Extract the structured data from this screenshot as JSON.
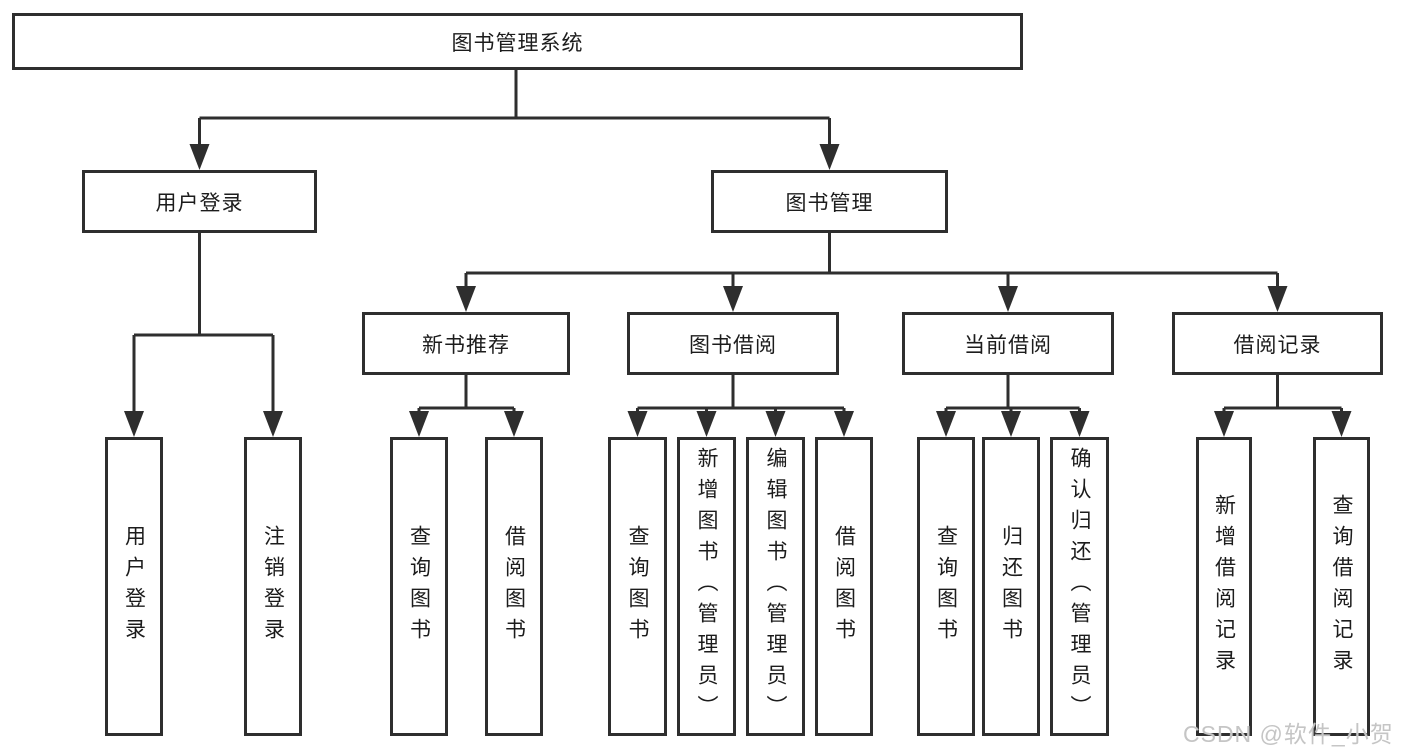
{
  "diagram": {
    "type": "hierarchy-tree",
    "root": {
      "label": "图书管理系统"
    },
    "level2": [
      {
        "label": "用户登录",
        "parent": "图书管理系统"
      },
      {
        "label": "图书管理",
        "parent": "图书管理系统"
      }
    ],
    "level3": [
      {
        "label": "新书推荐",
        "parent": "图书管理"
      },
      {
        "label": "图书借阅",
        "parent": "图书管理"
      },
      {
        "label": "当前借阅",
        "parent": "图书管理"
      },
      {
        "label": "借阅记录",
        "parent": "图书管理"
      }
    ],
    "leaves": [
      {
        "label": "用户登录",
        "parent": "用户登录"
      },
      {
        "label": "注销登录",
        "parent": "用户登录"
      },
      {
        "label": "查询图书",
        "parent": "新书推荐"
      },
      {
        "label": "借阅图书",
        "parent": "新书推荐"
      },
      {
        "label": "查询图书",
        "parent": "图书借阅"
      },
      {
        "label": "新增图书（管理员）",
        "parent": "图书借阅"
      },
      {
        "label": "编辑图书（管理员）",
        "parent": "图书借阅"
      },
      {
        "label": "借阅图书",
        "parent": "图书借阅"
      },
      {
        "label": "查询图书",
        "parent": "当前借阅"
      },
      {
        "label": "归还图书",
        "parent": "当前借阅"
      },
      {
        "label": "确认归还（管理员）",
        "parent": "当前借阅"
      },
      {
        "label": "新增借阅记录",
        "parent": "借阅记录"
      },
      {
        "label": "查询借阅记录",
        "parent": "借阅记录"
      }
    ]
  },
  "watermark": {
    "text": "CSDN @软件_小贺同学"
  },
  "colors": {
    "line": "#2e2e2e",
    "box_border": "#2e2e2e",
    "text": "#1c1c1c",
    "watermark": "#c5c5c5",
    "background": "#ffffff"
  }
}
